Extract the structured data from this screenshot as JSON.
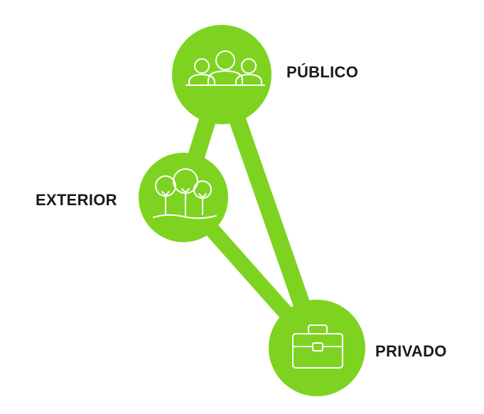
{
  "colors": {
    "node_fill": "#7ed321",
    "edge_color": "#7ed321",
    "icon_stroke": "#ffffff",
    "label_text": "#1a1a1a"
  },
  "nodes": {
    "publico": {
      "label": "PÚBLICO",
      "icon": "people-group-icon"
    },
    "exterior": {
      "label": "EXTERIOR",
      "icon": "trees-icon"
    },
    "privado": {
      "label": "PRIVADO",
      "icon": "briefcase-icon"
    }
  },
  "edges": [
    {
      "from": "publico",
      "to": "exterior"
    },
    {
      "from": "publico",
      "to": "privado"
    },
    {
      "from": "exterior",
      "to": "privado"
    }
  ]
}
